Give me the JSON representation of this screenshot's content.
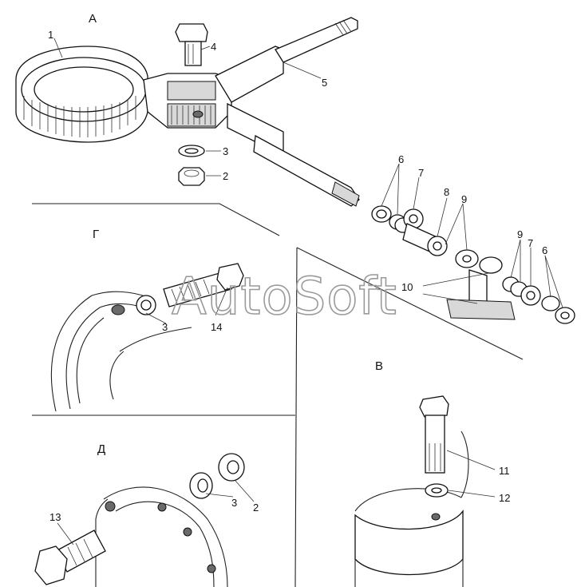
{
  "sections": {
    "a": "А",
    "g": "Г",
    "v": "В",
    "d": "Д"
  },
  "callouts": {
    "n1": "1",
    "n2a": "2",
    "n3a": "3",
    "n4": "4",
    "n5": "5",
    "n6a": "6",
    "n7a": "7",
    "n8": "8",
    "n9a": "9",
    "n10": "10",
    "n9b": "9",
    "n7b": "7",
    "n6b": "6",
    "n14": "14",
    "n3g": "3",
    "n11": "11",
    "n12": "12",
    "n13": "13",
    "n3d": "3",
    "n2d": "2"
  },
  "watermark": "AutoSoft"
}
